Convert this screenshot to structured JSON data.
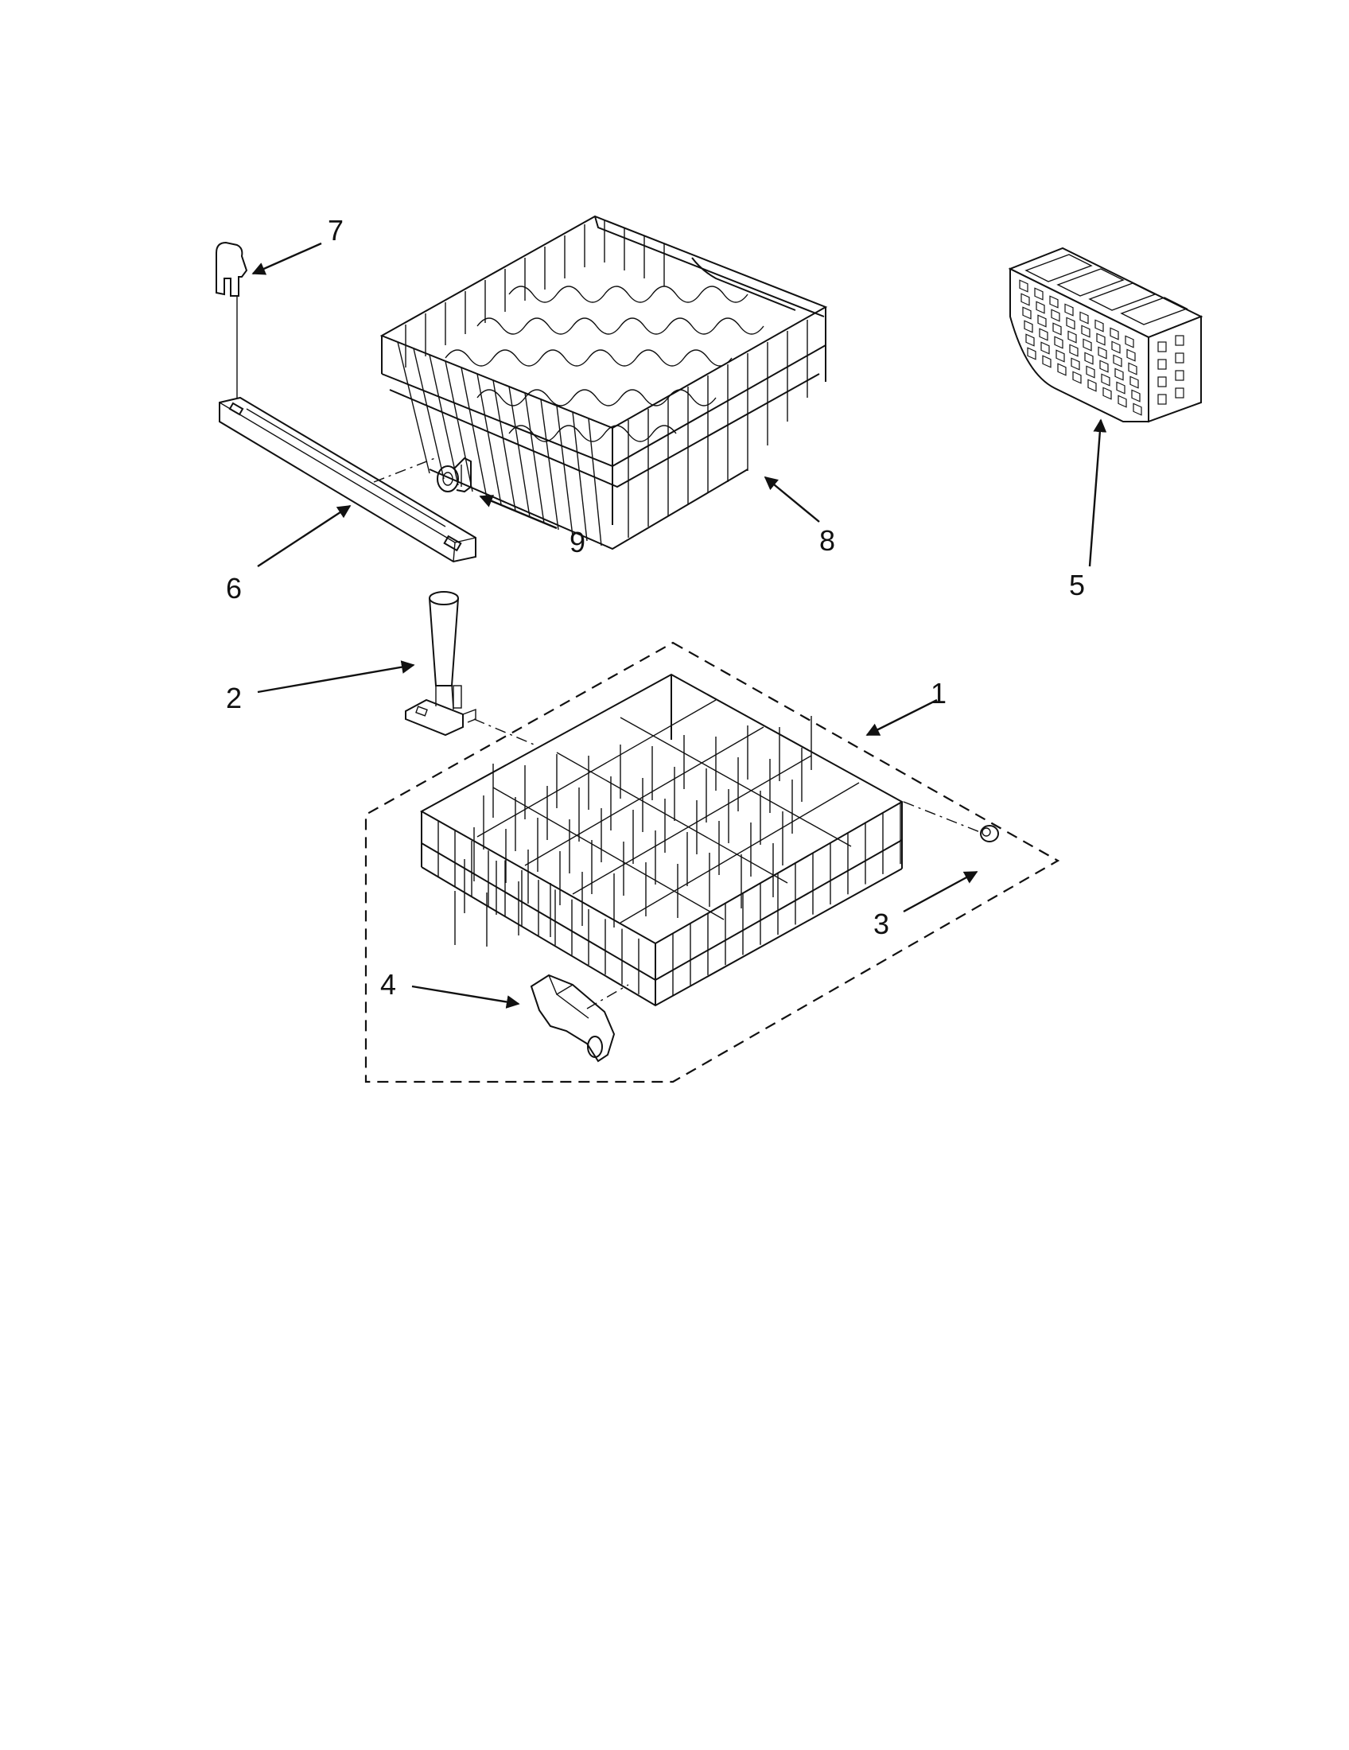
{
  "diagram": {
    "callouts": [
      {
        "id": "1",
        "label": "1",
        "part": "lower-dishrack"
      },
      {
        "id": "2",
        "label": "2",
        "part": "spray-tower"
      },
      {
        "id": "3",
        "label": "3",
        "part": "rack-roller"
      },
      {
        "id": "4",
        "label": "4",
        "part": "rack-wheel-assembly"
      },
      {
        "id": "5",
        "label": "5",
        "part": "silverware-basket"
      },
      {
        "id": "6",
        "label": "6",
        "part": "rack-rail"
      },
      {
        "id": "7",
        "label": "7",
        "part": "rail-end-cap"
      },
      {
        "id": "8",
        "label": "8",
        "part": "upper-dishrack"
      },
      {
        "id": "9",
        "label": "9",
        "part": "upper-rack-roller"
      }
    ],
    "colors": {
      "ink": "#111111",
      "paper": "#ffffff"
    }
  }
}
